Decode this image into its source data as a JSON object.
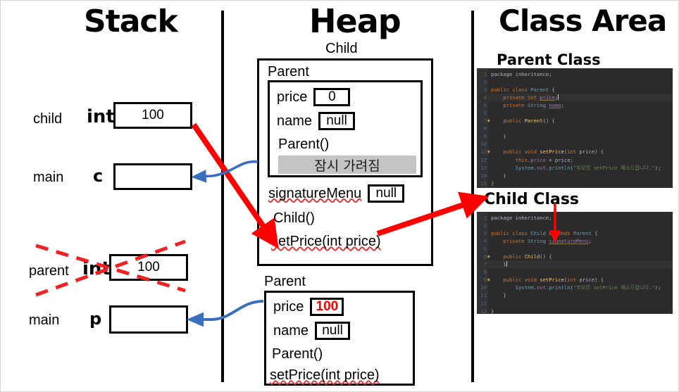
{
  "sections": {
    "stack_title": "Stack",
    "heap_title": "Heap",
    "class_area_title": "Class Area"
  },
  "stack": {
    "frames": [
      {
        "scope": "child",
        "type": "int",
        "value": "100"
      },
      {
        "scope": "main",
        "type": "c",
        "value": ""
      },
      {
        "scope": "parent",
        "type": "int",
        "value": "100",
        "crossed_out": true
      },
      {
        "scope": "main",
        "type": "p",
        "value": ""
      }
    ]
  },
  "heap": {
    "child_object": {
      "label": "Child",
      "inherited_label": "Parent",
      "fields": [
        {
          "name": "price",
          "value": "0",
          "highlight": false
        },
        {
          "name": "name",
          "value": "null",
          "highlight": false
        }
      ],
      "inherited_methods": [
        "Parent()"
      ],
      "hidden_band": "잠시 가려짐",
      "own_field": {
        "name": "signatureMenu",
        "value": "null"
      },
      "own_methods": [
        "Child()",
        "setPrice(int price)"
      ]
    },
    "parent_object": {
      "label": "Parent",
      "fields": [
        {
          "name": "price",
          "value": "100",
          "highlight": true
        },
        {
          "name": "name",
          "value": "null",
          "highlight": false
        }
      ],
      "methods": [
        "Parent()",
        "setPrice(int price)"
      ]
    }
  },
  "class_area": {
    "parent_class": {
      "heading": "Parent Class",
      "code_lines": [
        {
          "n": "1",
          "fold": false,
          "caret": false,
          "tokens": [
            {
              "t": "package inheritance;",
              "c": "tg"
            }
          ]
        },
        {
          "n": "2",
          "fold": false,
          "caret": false,
          "tokens": []
        },
        {
          "n": "3",
          "fold": false,
          "caret": false,
          "tokens": [
            {
              "t": "public class ",
              "c": "k"
            },
            {
              "t": "Parent",
              "c": "t"
            },
            {
              "t": " {",
              "c": "tg"
            }
          ]
        },
        {
          "n": "4",
          "fold": false,
          "caret": true,
          "tokens": [
            {
              "t": "    private int ",
              "c": "k"
            },
            {
              "t": "price",
              "c": "f u"
            },
            {
              "t": ";",
              "c": "tg"
            }
          ]
        },
        {
          "n": "5",
          "fold": false,
          "caret": false,
          "tokens": [
            {
              "t": "    private ",
              "c": "k"
            },
            {
              "t": "String ",
              "c": "t"
            },
            {
              "t": "name",
              "c": "f u"
            },
            {
              "t": ";",
              "c": "tg"
            }
          ]
        },
        {
          "n": "6",
          "fold": false,
          "caret": false,
          "tokens": []
        },
        {
          "n": "7",
          "fold": true,
          "caret": false,
          "tokens": [
            {
              "t": "    public ",
              "c": "k"
            },
            {
              "t": "Parent",
              "c": "st"
            },
            {
              "t": "() {",
              "c": "tg"
            }
          ]
        },
        {
          "n": "8",
          "fold": false,
          "caret": false,
          "tokens": []
        },
        {
          "n": "9",
          "fold": false,
          "caret": false,
          "tokens": [
            {
              "t": "    }",
              "c": "tg"
            }
          ]
        },
        {
          "n": "10",
          "fold": false,
          "caret": false,
          "tokens": []
        },
        {
          "n": "11",
          "fold": true,
          "caret": false,
          "tokens": [
            {
              "t": "    public void ",
              "c": "k"
            },
            {
              "t": "setPrice",
              "c": "st"
            },
            {
              "t": "(",
              "c": "tg"
            },
            {
              "t": "int ",
              "c": "k"
            },
            {
              "t": "price",
              "c": "tg"
            },
            {
              "t": ") {",
              "c": "tg"
            }
          ]
        },
        {
          "n": "12",
          "fold": false,
          "caret": false,
          "tokens": [
            {
              "t": "        this",
              "c": "k"
            },
            {
              "t": ".",
              "c": "tg"
            },
            {
              "t": "price",
              "c": "f"
            },
            {
              "t": " = price;",
              "c": "tg"
            }
          ]
        },
        {
          "n": "13",
          "fold": false,
          "caret": false,
          "tokens": [
            {
              "t": "        System",
              "c": "t"
            },
            {
              "t": ".",
              "c": "tg"
            },
            {
              "t": "out",
              "c": "f"
            },
            {
              "t": ".",
              "c": "tg"
            },
            {
              "t": "println",
              "c": "t"
            },
            {
              "t": "(",
              "c": "tg"
            },
            {
              "t": "\"부모의 setPrice 메소드입니다.\"",
              "c": "g"
            },
            {
              "t": ");",
              "c": "tg"
            }
          ]
        },
        {
          "n": "14",
          "fold": false,
          "caret": false,
          "tokens": [
            {
              "t": "    }",
              "c": "tg"
            }
          ]
        },
        {
          "n": "15",
          "fold": false,
          "caret": false,
          "tokens": [
            {
              "t": "}",
              "c": "tg"
            }
          ]
        }
      ]
    },
    "child_class": {
      "heading": "Child Class",
      "code_lines": [
        {
          "n": "1",
          "fold": false,
          "caret": false,
          "tokens": [
            {
              "t": "package inheritance;",
              "c": "tg"
            }
          ]
        },
        {
          "n": "2",
          "fold": false,
          "caret": false,
          "tokens": []
        },
        {
          "n": "3",
          "fold": false,
          "caret": false,
          "tokens": [
            {
              "t": "public class ",
              "c": "k"
            },
            {
              "t": "Child ",
              "c": "t"
            },
            {
              "t": "extends ",
              "c": "k"
            },
            {
              "t": "Parent",
              "c": "t"
            },
            {
              "t": " {",
              "c": "tg"
            }
          ]
        },
        {
          "n": "4",
          "fold": false,
          "caret": false,
          "tokens": [
            {
              "t": "    private ",
              "c": "k"
            },
            {
              "t": "String ",
              "c": "t"
            },
            {
              "t": "signatureMenu",
              "c": "f u"
            },
            {
              "t": ";",
              "c": "tg"
            }
          ]
        },
        {
          "n": "5",
          "fold": false,
          "caret": false,
          "tokens": []
        },
        {
          "n": "6",
          "fold": true,
          "caret": false,
          "tokens": [
            {
              "t": "    public ",
              "c": "k"
            },
            {
              "t": "Child",
              "c": "st"
            },
            {
              "t": "() {",
              "c": "tg"
            }
          ]
        },
        {
          "n": "7",
          "fold": false,
          "caret": true,
          "tokens": [
            {
              "t": "    }",
              "c": "tg"
            }
          ]
        },
        {
          "n": "8",
          "fold": false,
          "caret": false,
          "tokens": []
        },
        {
          "n": "9",
          "fold": true,
          "caret": false,
          "tokens": [
            {
              "t": "    public void ",
              "c": "k"
            },
            {
              "t": "setPrice",
              "c": "st"
            },
            {
              "t": "(",
              "c": "tg"
            },
            {
              "t": "int ",
              "c": "k"
            },
            {
              "t": "price",
              "c": "tg"
            },
            {
              "t": ") {",
              "c": "tg"
            }
          ]
        },
        {
          "n": "10",
          "fold": false,
          "caret": false,
          "tokens": [
            {
              "t": "        System",
              "c": "t"
            },
            {
              "t": ".",
              "c": "tg"
            },
            {
              "t": "out",
              "c": "f"
            },
            {
              "t": ".",
              "c": "tg"
            },
            {
              "t": "println",
              "c": "t"
            },
            {
              "t": "(",
              "c": "tg"
            },
            {
              "t": "\"부모의 setPrice 메소드입니다.\"",
              "c": "g"
            },
            {
              "t": ");",
              "c": "tg"
            }
          ]
        },
        {
          "n": "11",
          "fold": false,
          "caret": false,
          "tokens": [
            {
              "t": "    }",
              "c": "tg"
            }
          ]
        },
        {
          "n": "12",
          "fold": false,
          "caret": false,
          "tokens": []
        },
        {
          "n": "13",
          "fold": false,
          "caret": false,
          "tokens": [
            {
              "t": "}",
              "c": "tg"
            }
          ]
        }
      ]
    }
  },
  "colors": {
    "arrow_red": "#ff0000",
    "arrow_blue": "#3a6fbf",
    "highlight_gray": "#c4c4c4",
    "editor_bg": "#2b2b2b"
  }
}
